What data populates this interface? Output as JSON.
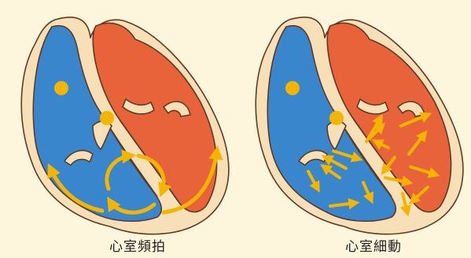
{
  "diagrams": [
    {
      "id": "left",
      "caption": "心室頻拍"
    },
    {
      "id": "right",
      "caption": "心室細動"
    }
  ],
  "colors": {
    "background": "#fdf6dc",
    "outer_wall": "#f7dfb8",
    "outline": "#5e3a22",
    "right_heart": "#3a86cc",
    "left_heart": "#e8623a",
    "node": "#f4b400",
    "arrow": "#f4b400"
  },
  "icons": [
    "heart-cross-section",
    "sinus-node",
    "av-node",
    "reentry-circuit",
    "chaotic-arrows"
  ]
}
